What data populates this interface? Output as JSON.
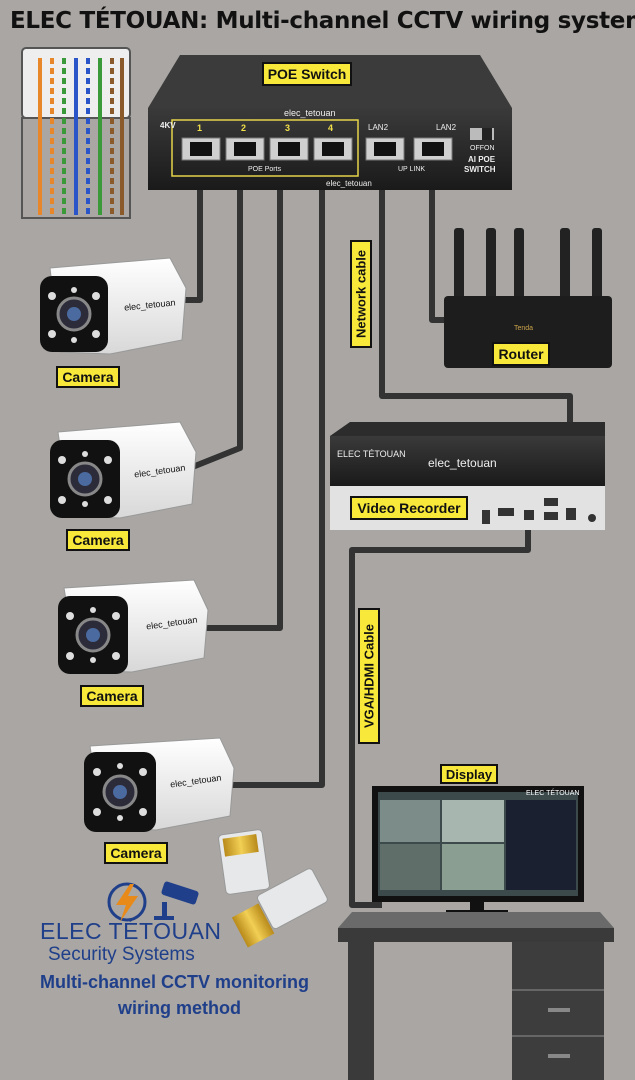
{
  "title": "ELEC TÉTOUAN: Multi-channel CCTV wiring system",
  "switch": {
    "label": "POE Switch",
    "brand": "elec_tetouan",
    "brand_bottom": "elec_tetouan",
    "port_4kv": "4KV",
    "ports": [
      "1",
      "2",
      "3",
      "4"
    ],
    "lan_ports": [
      "LAN2",
      "LAN2"
    ],
    "poe_ports_text": "POE Ports",
    "uplink_text": "UP LINK",
    "ai_text_1": "AI POE",
    "ai_text_2": "SWITCH",
    "toggle_labels": [
      "OFF",
      "ON"
    ]
  },
  "cable_labels": {
    "network": "Network cable",
    "vga": "VGA/HDMI Cable"
  },
  "router": {
    "label": "Router",
    "brand": "Tenda"
  },
  "recorder": {
    "label": "Video Recorder",
    "brand_left": "ELEC TÉTOUAN",
    "brand_center": "elec_tetouan"
  },
  "cameras": [
    {
      "label": "Camera",
      "brand": "elec_tetouan"
    },
    {
      "label": "Camera",
      "brand": "elec_tetouan"
    },
    {
      "label": "Camera",
      "brand": "elec_tetouan"
    },
    {
      "label": "Camera",
      "brand": "elec_tetouan"
    }
  ],
  "display": {
    "label": "Display",
    "screen_title": "ELEC TÉTOUAN"
  },
  "brand": {
    "name": "ELEC TÉTOUAN",
    "tagline": "Security Systems",
    "bottom_line_1": "Multi-channel CCTV monitoring",
    "bottom_line_2": "wiring method"
  },
  "colors": {
    "background": "#a9a6a3",
    "label_yellow": "#f7e83a",
    "cable": "#333333",
    "brand_blue": "#1f3f8a",
    "brand_orange": "#e88a1a"
  },
  "icons": [
    "lightning-bolt-icon",
    "security-camera-icon",
    "rj45-connector-icon"
  ]
}
